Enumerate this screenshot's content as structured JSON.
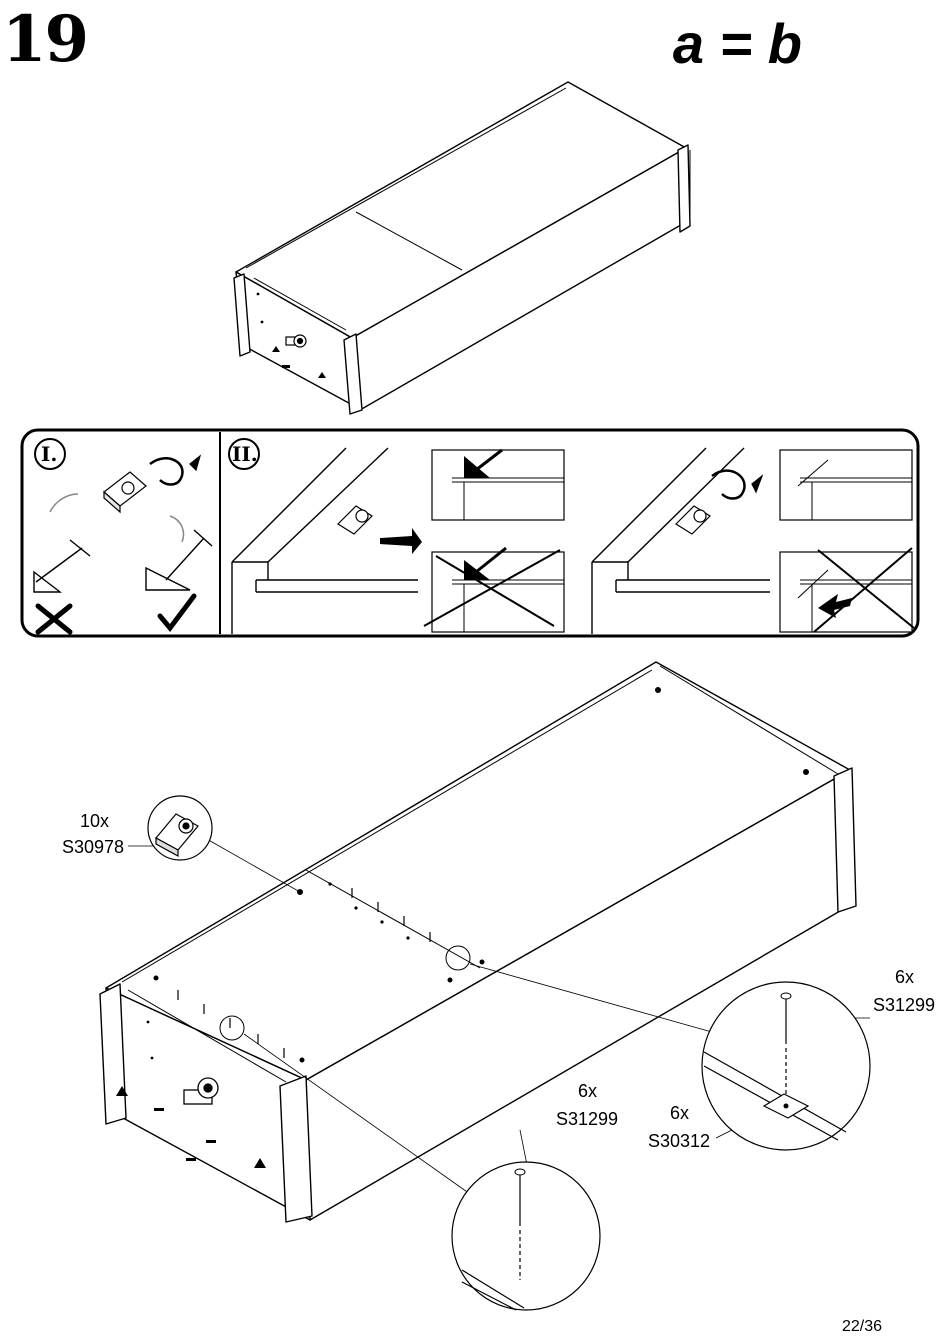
{
  "step": {
    "number": "19",
    "rule": "a = b"
  },
  "instruction_panel": {
    "section_one_label": "I.",
    "section_two_label": "II."
  },
  "callouts": {
    "fitting_qty": "10x",
    "fitting_code": "S30978",
    "nail_right_qty": "6x",
    "nail_right_code": "S31299",
    "plate_qty": "6x",
    "plate_code": "S30312",
    "nail_bottom_qty": "6x",
    "nail_bottom_code": "S31299"
  },
  "page": {
    "number": "22/36"
  },
  "colors": {
    "line": "#000000",
    "fill": "#ffffff",
    "shade": "#d9d9d9"
  }
}
